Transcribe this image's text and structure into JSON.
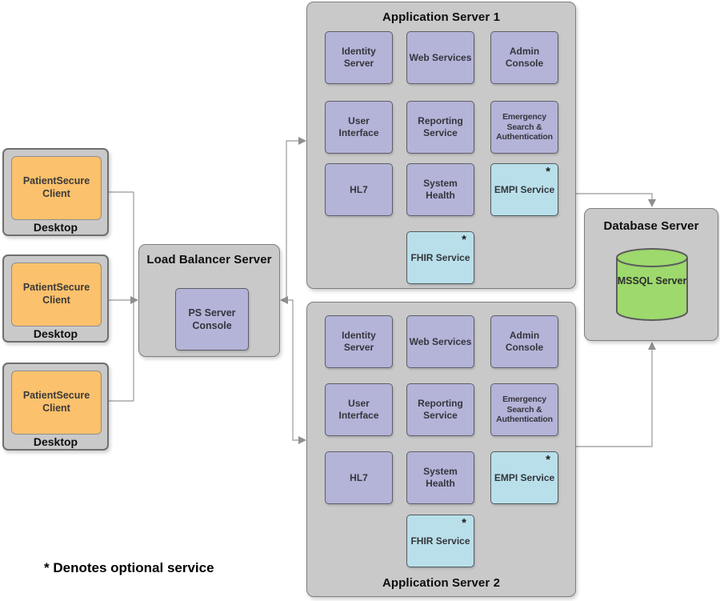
{
  "diagram": {
    "footnote": "* Denotes optional service",
    "optional_marker": "*",
    "clients": [
      {
        "app": "PatientSecure Client",
        "device": "Desktop"
      },
      {
        "app": "PatientSecure Client",
        "device": "Desktop"
      },
      {
        "app": "PatientSecure Client",
        "device": "Desktop"
      }
    ],
    "load_balancer": {
      "title": "Load Balancer Server",
      "console": "PS Server Console"
    },
    "app_server_1": {
      "title": "Application Server 1",
      "services": [
        {
          "label": "Identity Server",
          "optional": false
        },
        {
          "label": "Web Services",
          "optional": false
        },
        {
          "label": "Admin Console",
          "optional": false
        },
        {
          "label": "User Interface",
          "optional": false
        },
        {
          "label": "Reporting Service",
          "optional": false
        },
        {
          "label": "Emergency Search & Authentication",
          "optional": false
        },
        {
          "label": "HL7",
          "optional": false
        },
        {
          "label": "System Health",
          "optional": false
        },
        {
          "label": "EMPI Service",
          "optional": true
        },
        {
          "label": "FHIR Service",
          "optional": true
        }
      ]
    },
    "app_server_2": {
      "title": "Application Server 2",
      "services": [
        {
          "label": "Identity Server",
          "optional": false
        },
        {
          "label": "Web Services",
          "optional": false
        },
        {
          "label": "Admin Console",
          "optional": false
        },
        {
          "label": "User Interface",
          "optional": false
        },
        {
          "label": "Reporting Service",
          "optional": false
        },
        {
          "label": "Emergency Search & Authentication",
          "optional": false
        },
        {
          "label": "HL7",
          "optional": false
        },
        {
          "label": "System Health",
          "optional": false
        },
        {
          "label": "EMPI Service",
          "optional": true
        },
        {
          "label": "FHIR Service",
          "optional": true
        }
      ]
    },
    "database_server": {
      "title": "Database Server",
      "database": "MSSQL Server"
    },
    "colors": {
      "panel_gray": "#c9c9c9",
      "service_purple": "#b4b3d8",
      "optional_blue": "#b9e0ea",
      "client_orange": "#fbc16c",
      "database_green": "#9dd96d",
      "connector_gray": "#a9a9a9"
    }
  }
}
